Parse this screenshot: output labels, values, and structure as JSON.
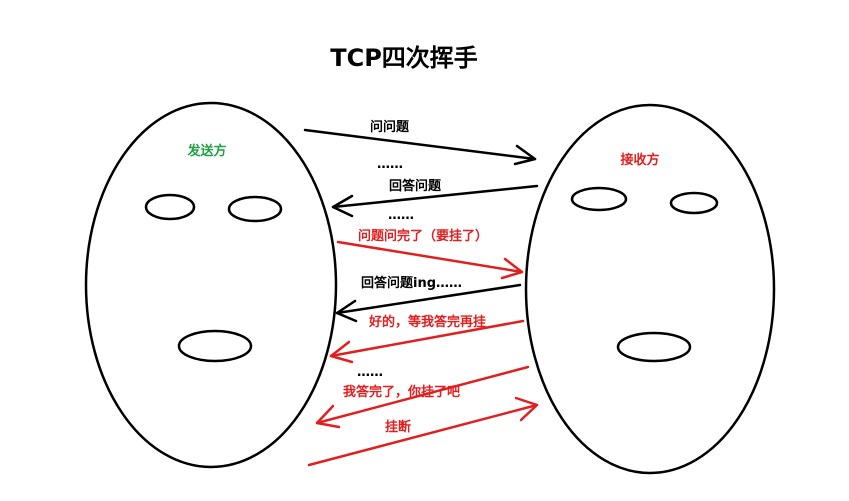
{
  "title": "TCP四次挥手",
  "sender": {
    "label": "发送方",
    "color": "#22a045"
  },
  "receiver": {
    "label": "接收方",
    "color": "#e02020"
  },
  "colors": {
    "ink": "#000000",
    "red": "#e02020"
  },
  "messages": [
    {
      "text": "问问题",
      "color": "#000000"
    },
    {
      "text": "……",
      "color": "#000000"
    },
    {
      "text": "回答问题",
      "color": "#000000"
    },
    {
      "text": "……",
      "color": "#000000"
    },
    {
      "text": "问题问完了（要挂了）",
      "color": "#e02020"
    },
    {
      "text": "回答问题ing……",
      "color": "#000000"
    },
    {
      "text": "好的，等我答完再挂",
      "color": "#e02020"
    },
    {
      "text": "……",
      "color": "#000000"
    },
    {
      "text": "我答完了，你挂了吧",
      "color": "#e02020"
    },
    {
      "text": "挂断",
      "color": "#e02020"
    }
  ]
}
